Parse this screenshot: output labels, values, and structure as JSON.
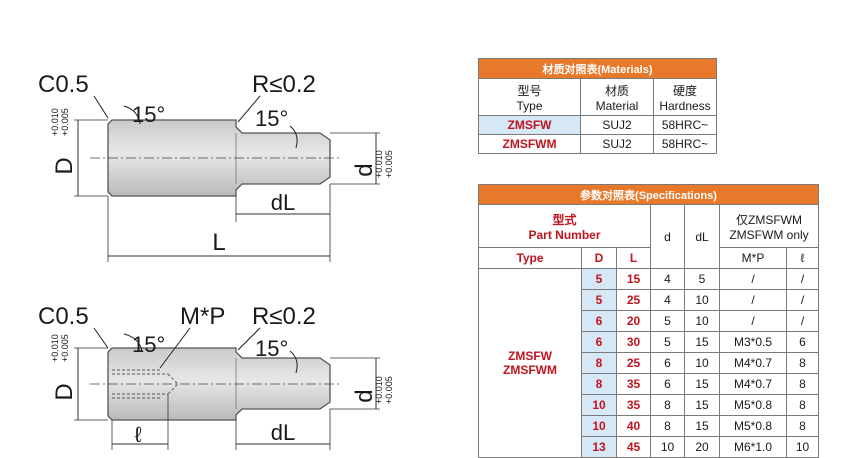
{
  "drawing1": {
    "chamfer_label": "C0.5",
    "radius_label": "R≤0.2",
    "angle_left": "15°",
    "angle_right": "15°",
    "D_label": "D",
    "D_tol_upper": "+0.010",
    "D_tol_lower": "+0.005",
    "d_label": "d",
    "d_tol_upper": "+0.010",
    "d_tol_lower": "+0.005",
    "dL_label": "dL",
    "L_label": "L"
  },
  "drawing2": {
    "chamfer_label": "C0.5",
    "thread_label": "M*P",
    "radius_label": "R≤0.2",
    "angle_left": "15°",
    "angle_right": "15°",
    "D_label": "D",
    "D_tol_upper": "+0.010",
    "D_tol_lower": "+0.005",
    "d_label": "d",
    "d_tol_upper": "+0.010",
    "d_tol_lower": "+0.005",
    "l_label": "ℓ",
    "dL_label": "dL"
  },
  "materials": {
    "title": "材质对照表(Materials)",
    "col_type_cn": "型号",
    "col_type_en": "Type",
    "col_material_cn": "材质",
    "col_material_en": "Material",
    "col_hardness_cn": "硬度",
    "col_hardness_en": "Hardness",
    "rows": [
      {
        "type": "ZMSFW",
        "material": "SUJ2",
        "hardness": "58HRC~"
      },
      {
        "type": "ZMSFWM",
        "material": "SUJ2",
        "hardness": "58HRC~"
      }
    ]
  },
  "specifications": {
    "title": "参数对照表(Specifications)",
    "part_number_cn": "型式",
    "part_number_en": "Part Number",
    "col_d": "d",
    "col_dL": "dL",
    "only_cn": "仅ZMSFWM",
    "only_en": "ZMSFWM only",
    "sub_type": "Type",
    "sub_D": "D",
    "sub_L": "L",
    "sub_mp": "M*P",
    "sub_l": "ℓ",
    "type_line1": "ZMSFW",
    "type_line2": "ZMSFWM",
    "rows": [
      {
        "D": "5",
        "L": "15",
        "d": "4",
        "dL": "5",
        "mp": "/",
        "l": "/"
      },
      {
        "D": "5",
        "L": "25",
        "d": "4",
        "dL": "10",
        "mp": "/",
        "l": "/"
      },
      {
        "D": "6",
        "L": "20",
        "d": "5",
        "dL": "10",
        "mp": "/",
        "l": "/"
      },
      {
        "D": "6",
        "L": "30",
        "d": "5",
        "dL": "15",
        "mp": "M3*0.5",
        "l": "6"
      },
      {
        "D": "8",
        "L": "25",
        "d": "6",
        "dL": "10",
        "mp": "M4*0.7",
        "l": "8"
      },
      {
        "D": "8",
        "L": "35",
        "d": "6",
        "dL": "15",
        "mp": "M4*0.7",
        "l": "8"
      },
      {
        "D": "10",
        "L": "35",
        "d": "8",
        "dL": "15",
        "mp": "M5*0.8",
        "l": "8"
      },
      {
        "D": "10",
        "L": "40",
        "d": "8",
        "dL": "15",
        "mp": "M5*0.8",
        "l": "8"
      },
      {
        "D": "13",
        "L": "45",
        "d": "10",
        "dL": "20",
        "mp": "M6*1.0",
        "l": "10"
      }
    ]
  },
  "colors": {
    "header_orange": "#e8792b",
    "accent_red": "#c0141e",
    "light_blue": "#d6e7f5",
    "part_gray": "#d9dadc"
  }
}
